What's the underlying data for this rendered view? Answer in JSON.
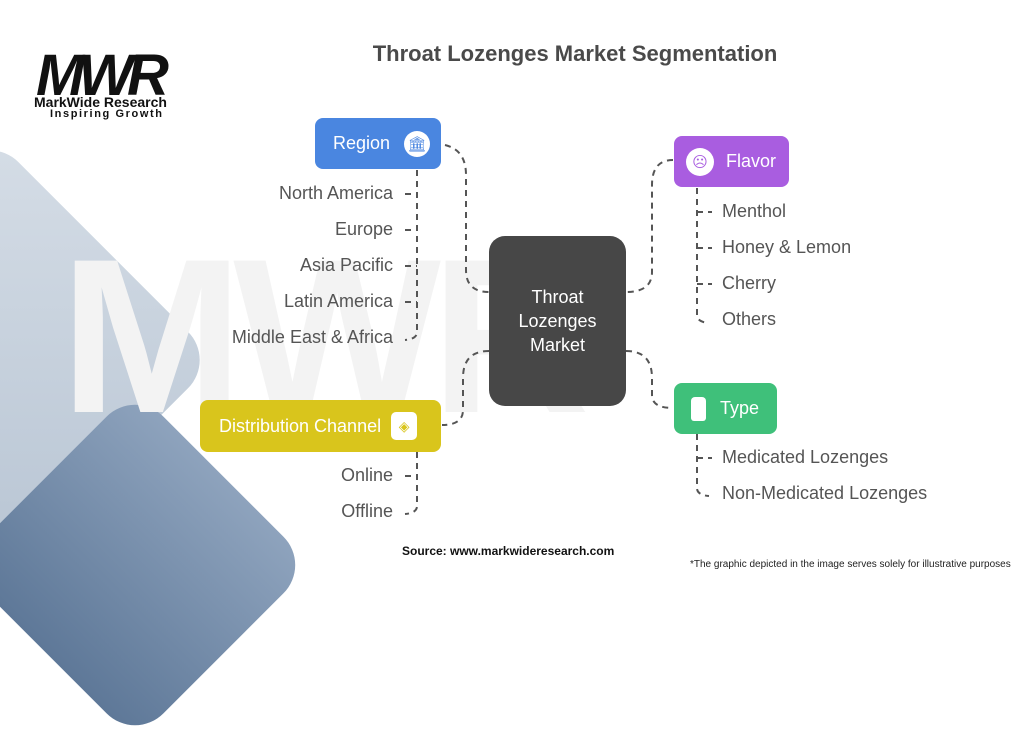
{
  "brand": {
    "logo_mark": "MWR",
    "name": "MarkWide Research",
    "tagline": "Inspiring Growth"
  },
  "title": "Throat Lozenges Market Segmentation",
  "center": {
    "line1": "Throat",
    "line2": "Lozenges",
    "line3": "Market",
    "color": "#474747"
  },
  "segments": {
    "region": {
      "label": "Region",
      "icon": "bank-pin-icon",
      "color": "#4a86e0",
      "items": [
        "North America",
        "Europe",
        "Asia Pacific",
        "Latin America",
        "Middle East & Africa"
      ]
    },
    "flavor": {
      "label": "Flavor",
      "icon": "confused-face-icon",
      "color": "#a95de0",
      "items": [
        "Menthol",
        "Honey & Lemon",
        "Cherry",
        "Others"
      ]
    },
    "distribution": {
      "label": "Distribution Channel",
      "icon": "package-pill-icon",
      "color": "#d9c51c",
      "items": [
        "Online",
        "Offline"
      ]
    },
    "type": {
      "label": "Type",
      "icon": "bottle-icon",
      "color": "#3fc07a",
      "items": [
        "Medicated Lozenges",
        "Non-Medicated Lozenges"
      ]
    }
  },
  "footer": {
    "source": "Source: www.markwideresearch.com",
    "disclaimer": "*The graphic depicted in the image serves solely for illustrative purposes"
  }
}
